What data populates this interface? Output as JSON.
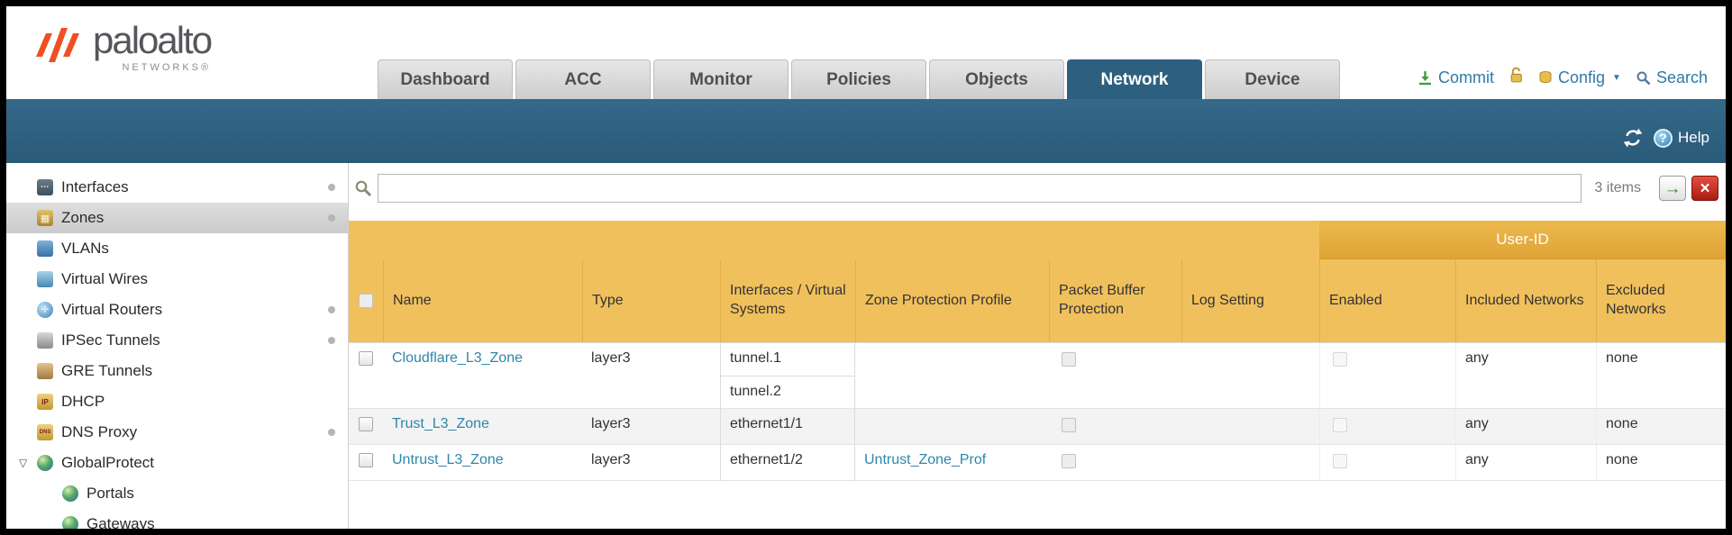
{
  "topbar": {
    "brand": "paloalto",
    "brand_sub": "NETWORKS®",
    "tabs": [
      {
        "label": "Dashboard",
        "active": false
      },
      {
        "label": "ACC",
        "active": false
      },
      {
        "label": "Monitor",
        "active": false
      },
      {
        "label": "Policies",
        "active": false
      },
      {
        "label": "Objects",
        "active": false
      },
      {
        "label": "Network",
        "active": true
      },
      {
        "label": "Device",
        "active": false
      }
    ],
    "commit_label": "Commit",
    "config_label": "Config",
    "search_label": "Search"
  },
  "band": {
    "help_label": "Help"
  },
  "sidebar": {
    "items": [
      {
        "label": "Interfaces",
        "has_dot": true
      },
      {
        "label": "Zones",
        "has_dot": true,
        "selected": true
      },
      {
        "label": "VLANs",
        "has_dot": false
      },
      {
        "label": "Virtual Wires",
        "has_dot": false
      },
      {
        "label": "Virtual Routers",
        "has_dot": true
      },
      {
        "label": "IPSec Tunnels",
        "has_dot": true
      },
      {
        "label": "GRE Tunnels",
        "has_dot": false
      },
      {
        "label": "DHCP",
        "has_dot": false
      },
      {
        "label": "DNS Proxy",
        "has_dot": true
      },
      {
        "label": "GlobalProtect",
        "has_dot": false,
        "expanded": true
      },
      {
        "label": "Portals",
        "child": true
      },
      {
        "label": "Gateways",
        "child": true
      }
    ]
  },
  "filter": {
    "query": "",
    "count_label": "3 items"
  },
  "table": {
    "group_header": "User-ID",
    "columns": [
      "Name",
      "Type",
      "Interfaces / Virtual Systems",
      "Zone Protection Profile",
      "Packet Buffer Protection",
      "Log Setting",
      "Enabled",
      "Included Networks",
      "Excluded Networks"
    ],
    "rows": [
      {
        "name": "Cloudflare_L3_Zone",
        "type": "layer3",
        "interfaces": [
          "tunnel.1",
          "tunnel.2"
        ],
        "zone_protection_profile": "",
        "log_setting": "",
        "included_networks": "any",
        "excluded_networks": "none"
      },
      {
        "name": "Trust_L3_Zone",
        "type": "layer3",
        "interfaces": [
          "ethernet1/1"
        ],
        "zone_protection_profile": "",
        "log_setting": "",
        "included_networks": "any",
        "excluded_networks": "none"
      },
      {
        "name": "Untrust_L3_Zone",
        "type": "layer3",
        "interfaces": [
          "ethernet1/2"
        ],
        "zone_protection_profile": "Untrust_Zone_Prof",
        "log_setting": "",
        "included_networks": "any",
        "excluded_networks": "none"
      }
    ]
  },
  "icons": {
    "expander_open": "▽",
    "config_caret": "▼",
    "help_qmark": "?",
    "apply_arrow": "→",
    "clear_x": "×"
  }
}
